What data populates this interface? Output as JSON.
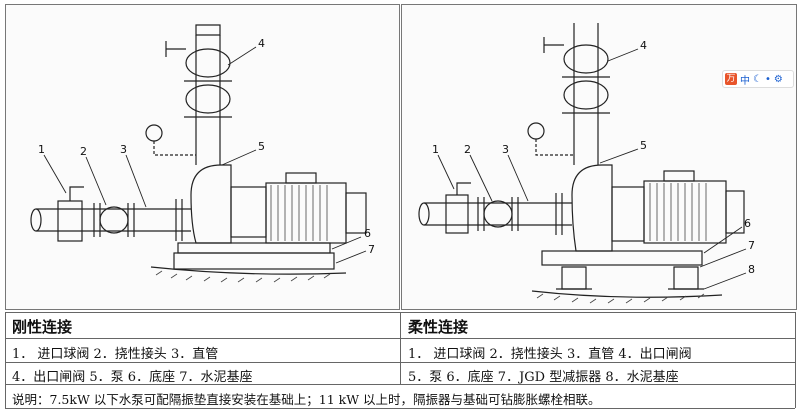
{
  "left_panel": {
    "title": "刚性连接",
    "callouts": [
      "1",
      "2",
      "3",
      "4",
      "5",
      "6",
      "7"
    ],
    "legend_line1": "1．  进口球阀    2．挠性接头    3．直管",
    "legend_line2": "4．出口闸阀 5．泵 6．底座 7．水泥基座"
  },
  "right_panel": {
    "title": "柔性连接",
    "callouts": [
      "1",
      "2",
      "3",
      "4",
      "5",
      "6",
      "7",
      "8"
    ],
    "legend_line1": "1．  进口球阀 2．挠性接头 3．直管 4．出口闸阀",
    "legend_line2": "5．泵    6．底座    7．JGD 型减振器    8．水泥基座"
  },
  "note": "说明：7.5kW 以下水泵可配隔振垫直接安装在基础上；11 kW 以上时，隔振器与基础可钻膨胀螺栓相联。",
  "toolbar": {
    "logo": "万",
    "lang": "中",
    "icons": [
      "moon-icon",
      "dot-icon",
      "settings-icon"
    ]
  }
}
